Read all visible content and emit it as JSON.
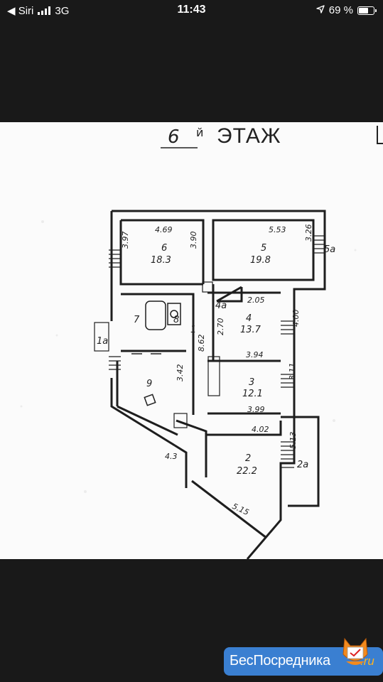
{
  "status_bar": {
    "back_label": "◀ Siri",
    "network": "3G",
    "time": "11:43",
    "battery": "69 %",
    "battery_level_percent": 69
  },
  "floor_plan": {
    "title_number": "6",
    "title_suffix": "й",
    "title_word": "ЭТАЖ",
    "rooms": [
      {
        "id": "6",
        "area": "18.3"
      },
      {
        "id": "5",
        "area": "19.8"
      },
      {
        "id": "5a",
        "area": ""
      },
      {
        "id": "4a",
        "area": ""
      },
      {
        "id": "7",
        "area": ""
      },
      {
        "id": "8",
        "area": ""
      },
      {
        "id": "1",
        "area": ""
      },
      {
        "id": "1a",
        "area": ""
      },
      {
        "id": "4",
        "area": "13.7"
      },
      {
        "id": "9",
        "area": ""
      },
      {
        "id": "3",
        "area": "12.1"
      },
      {
        "id": "2",
        "area": "22.2"
      },
      {
        "id": "2a",
        "area": ""
      }
    ],
    "dimensions": [
      "4.69",
      "3.97",
      "3.90",
      "5.53",
      "3.26",
      "2.05",
      "2.70",
      "4.00",
      "3.94",
      "8.62",
      "3.42",
      "3.11",
      "3.99",
      "4.02",
      "5.13",
      "4.3",
      "5.15"
    ]
  },
  "watermark": {
    "brand": "БесПосредника",
    "tld": ".ru"
  }
}
